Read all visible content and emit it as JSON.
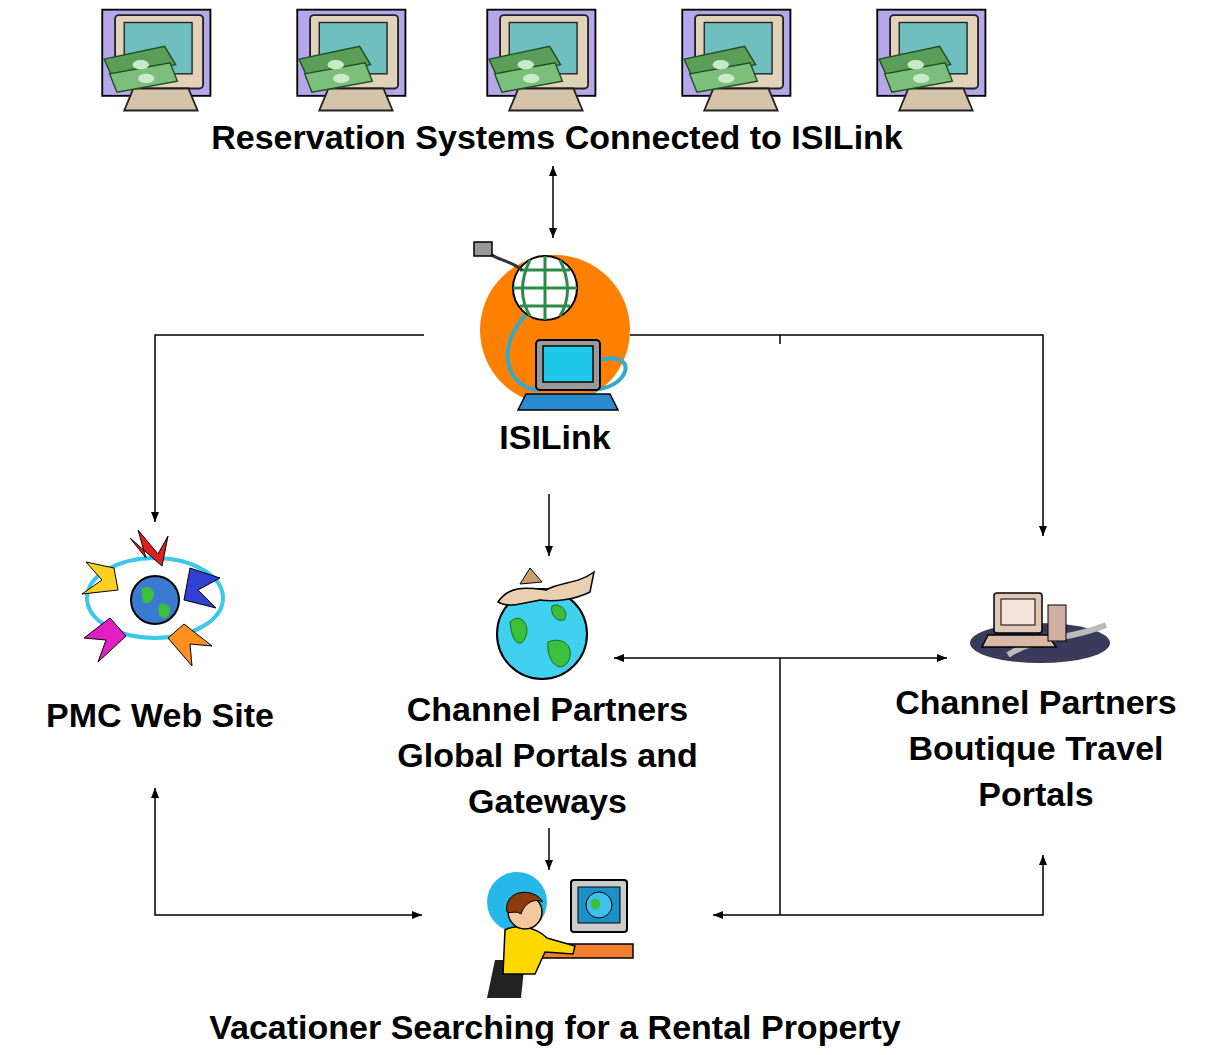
{
  "diagram": {
    "nodes": [
      {
        "text": [
          "Reservation Systems Connected to ISILink"
        ]
      },
      {
        "text": [
          "ISILink"
        ]
      },
      {
        "text": [
          "PMC Web Site"
        ]
      },
      {
        "text": [
          "Channel Partners Global Portals and Gateways"
        ]
      },
      {
        "text": [
          "Channel Partners Boutique Travel Portals"
        ]
      },
      {
        "text": [
          "Vacationer Searching for a Rental Property"
        ]
      }
    ],
    "edges": [
      {
        "from": 0,
        "to": 1,
        "arrow": "both"
      },
      {
        "from": 1,
        "to": 2,
        "arrow": "to"
      },
      {
        "from": 1,
        "to": 3,
        "arrow": "to"
      },
      {
        "from": 1,
        "to": 4,
        "arrow": "to"
      },
      {
        "from": 3,
        "to": 4,
        "arrow": "both"
      },
      {
        "from": 3,
        "to": 5,
        "arrow": "to"
      },
      {
        "from": 2,
        "to": 5,
        "arrow": "both"
      },
      {
        "from": 5,
        "to": 4,
        "arrow": "both"
      }
    ]
  }
}
